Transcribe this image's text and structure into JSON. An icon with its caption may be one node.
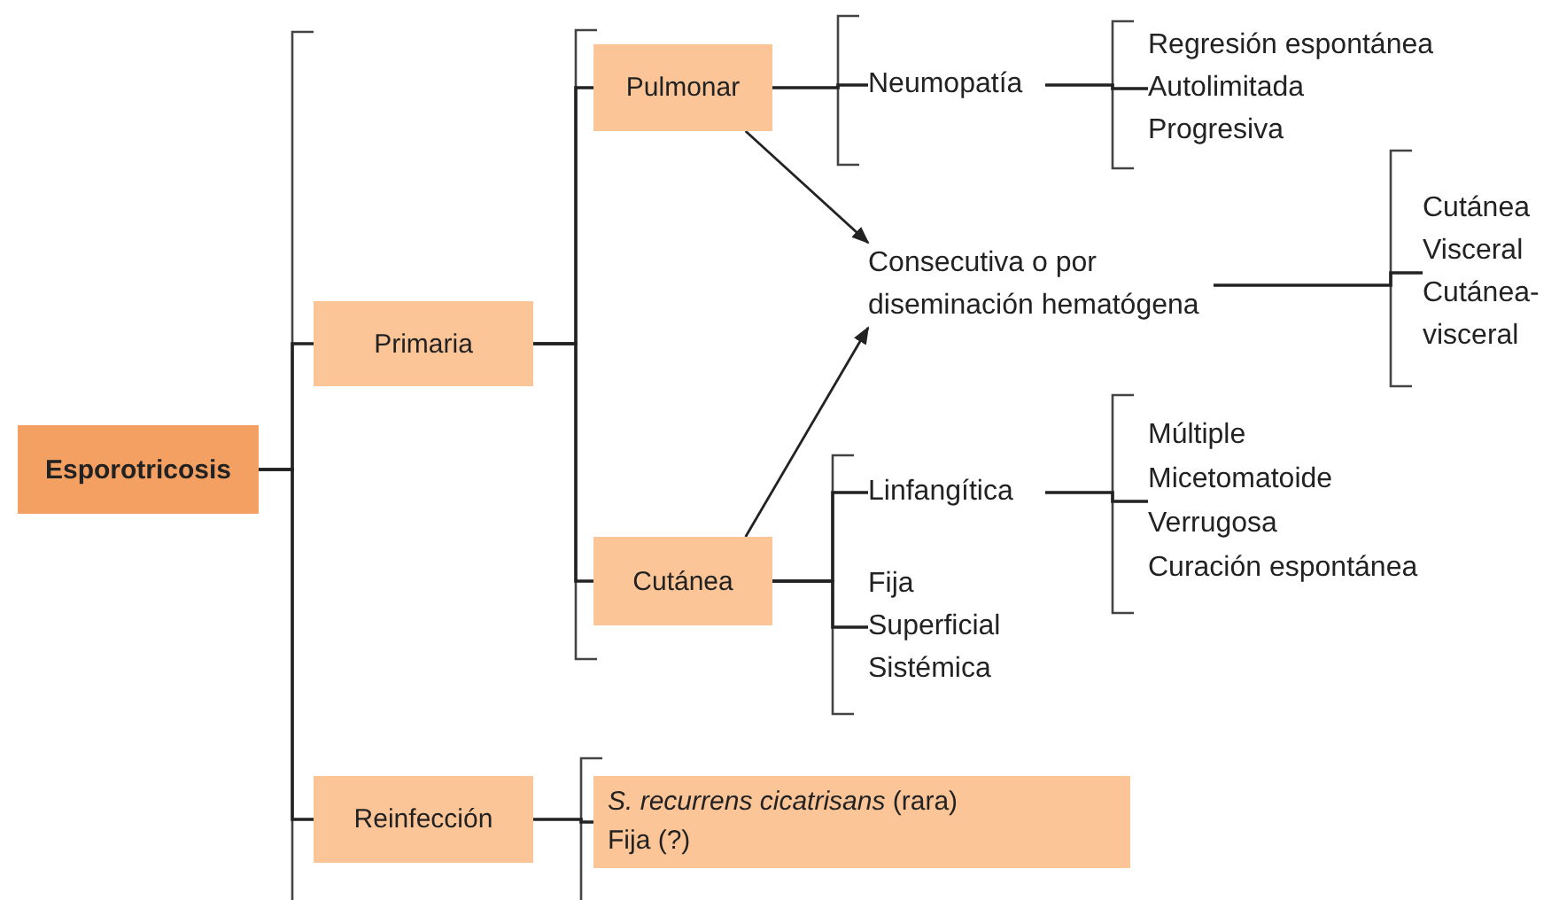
{
  "diagram": {
    "nodes": [
      {
        "text": [
          "Esporotricosis"
        ]
      },
      {
        "text": [
          "Primaria"
        ]
      },
      {
        "text": [
          "Reinfección"
        ]
      },
      {
        "text": [
          "Pulmonar"
        ]
      },
      {
        "text": [
          "Cutánea"
        ]
      },
      {
        "text": [
          "Neumopatía"
        ]
      },
      {
        "text": [
          "Regresión espontánea",
          "Autolimitada",
          "Progresiva"
        ]
      },
      {
        "text": [
          "Consecutiva o por diseminación hematógena"
        ]
      },
      {
        "text": [
          "Cutánea",
          "Visceral",
          "Cutánea-visceral"
        ]
      },
      {
        "text": [
          "Linfangítica"
        ]
      },
      {
        "text": [
          "Fija",
          "Superficial",
          "Sistémica"
        ]
      },
      {
        "text": [
          "Múltiple",
          "Micetomatoide",
          "Verrugosa",
          "Curación espontánea"
        ]
      },
      {
        "text": [
          "*S. recurrens cicatrisans* (rara)",
          "Fija (?)"
        ]
      }
    ],
    "edges": [
      {
        "from": 0,
        "to": 1,
        "arrow": "none"
      },
      {
        "from": 0,
        "to": 2,
        "arrow": "none"
      },
      {
        "from": 1,
        "to": 3,
        "arrow": "none"
      },
      {
        "from": 1,
        "to": 4,
        "arrow": "none"
      },
      {
        "from": 3,
        "to": 5,
        "arrow": "none"
      },
      {
        "from": 5,
        "to": 6,
        "arrow": "none"
      },
      {
        "from": 3,
        "to": 7,
        "arrow": "to"
      },
      {
        "from": 4,
        "to": 7,
        "arrow": "to"
      },
      {
        "from": 7,
        "to": 8,
        "arrow": "none"
      },
      {
        "from": 4,
        "to": 9,
        "arrow": "none"
      },
      {
        "from": 4,
        "to": 10,
        "arrow": "none"
      },
      {
        "from": 9,
        "to": 11,
        "arrow": "none"
      },
      {
        "from": 2,
        "to": 12,
        "arrow": "none"
      }
    ]
  }
}
